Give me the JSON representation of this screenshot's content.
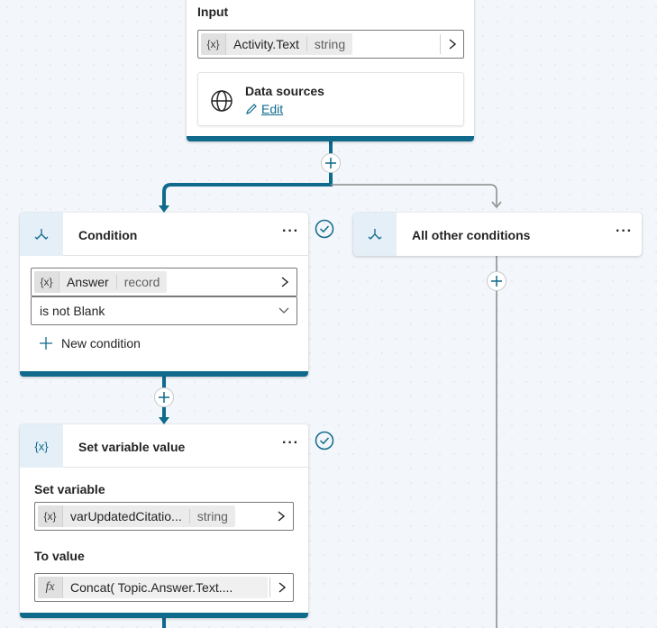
{
  "input_node": {
    "input_label": "Input",
    "variable": "Activity.Text",
    "variable_type": "string",
    "var_icon": "{x}",
    "data_sources_label": "Data sources",
    "edit_label": "Edit"
  },
  "condition_node": {
    "title": "Condition",
    "more": "···",
    "variable": "Answer",
    "variable_type": "record",
    "var_icon": "{x}",
    "operator": "is not Blank",
    "new_condition": "New condition"
  },
  "other_node": {
    "title": "All other conditions",
    "more": "···"
  },
  "set_variable_node": {
    "title": "Set variable value",
    "more": "···",
    "header_icon": "{x}",
    "set_variable_label": "Set variable",
    "variable": "varUpdatedCitatio...",
    "variable_type": "string",
    "var_icon": "{x}",
    "to_value_label": "To value",
    "formula_icon": "fx",
    "formula": "Concat( Topic.Answer.Text...."
  },
  "colors": {
    "accent": "#0f6a8c",
    "connector_gray": "#8a8a8a"
  }
}
